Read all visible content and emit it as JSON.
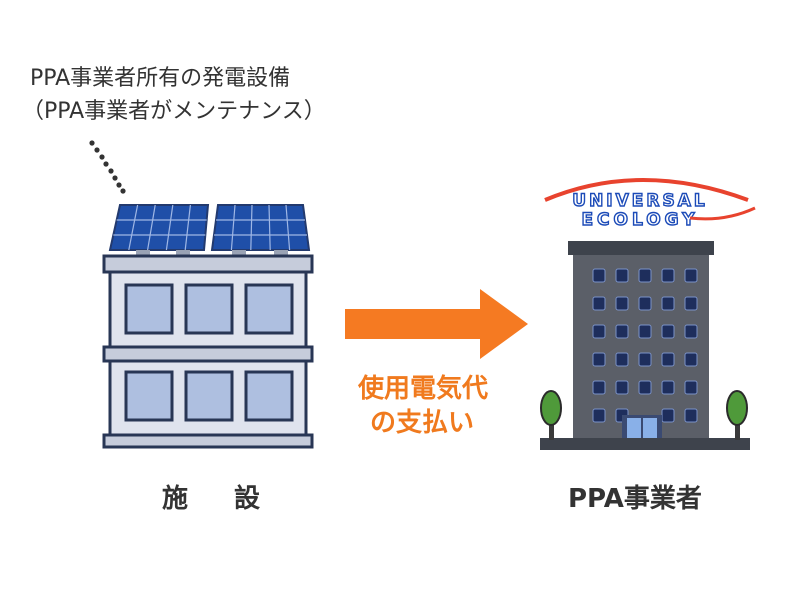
{
  "annotation": {
    "line1": "PPA事業者所有の発電設備",
    "line2": "（PPA事業者がメンテナンス）"
  },
  "facility": {
    "label": "施　設"
  },
  "ppa_company": {
    "label": "PPA事業者"
  },
  "payment": {
    "line1": "使用電気代",
    "line2": "の支払い"
  },
  "logo": {
    "top_text": "UNIVERSAL",
    "bottom_text": "ECOLOGY"
  },
  "colors": {
    "arrow": "#f57a22",
    "payment_text": "#f07a1e",
    "solar_panel": "#1f4fa8",
    "building_fill": "#dfe3ee",
    "building_stroke": "#283655",
    "tower_fill": "#5b5f68",
    "tower_window": "#1e2e5c",
    "tree": "#4f9a3a",
    "logo_blue": "#1c4bb8",
    "logo_orange": "#e8432e"
  },
  "icons": [
    "solar-panel-icon",
    "building-icon",
    "office-tower-icon",
    "tree-icon",
    "arrow-right-icon"
  ]
}
